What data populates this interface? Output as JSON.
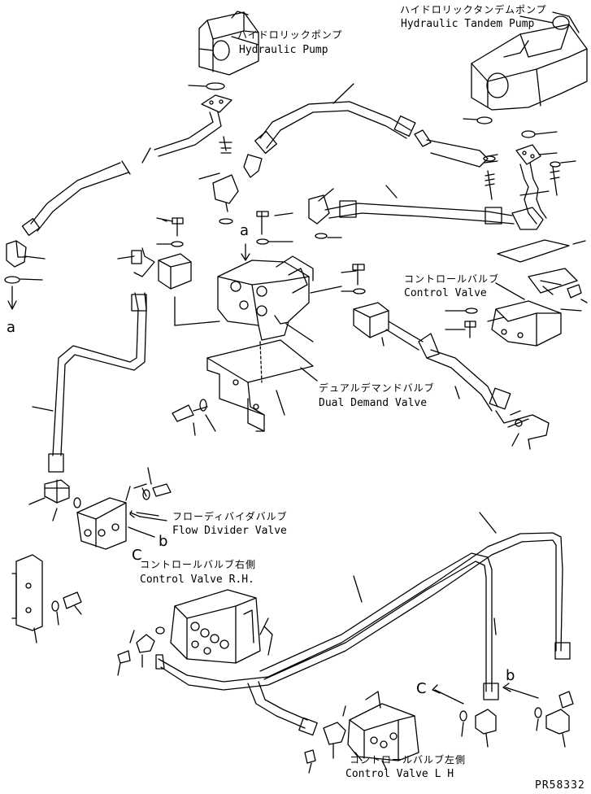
{
  "labels": {
    "hydraulic_pump_jp": "ハイドロリックポンプ",
    "hydraulic_pump_en": "Hydraulic Pump",
    "tandem_pump_jp": "ハイドロリックタンデムポンプ",
    "tandem_pump_en": "Hydraulic Tandem Pump",
    "control_valve_jp": "コントロールバルブ",
    "control_valve_en": "Control Valve",
    "dual_demand_jp": "デュアルデマンドバルブ",
    "dual_demand_en": "Dual Demand Valve",
    "flow_divider_jp": "フローディバイダバルブ",
    "flow_divider_en": "Flow Divider Valve",
    "cv_rh_jp": "コントロールバルブ右側",
    "cv_rh_en": "Control Valve R.H.",
    "cv_lh_jp": "コントロールバルブ左側",
    "cv_lh_en": "Control Valve L H"
  },
  "markers": {
    "a_left": "a",
    "a_center": "a",
    "b_flow": "b",
    "c_flow": "C",
    "c_right": "C",
    "b_right": "b"
  },
  "drawing_code": "PR58332"
}
